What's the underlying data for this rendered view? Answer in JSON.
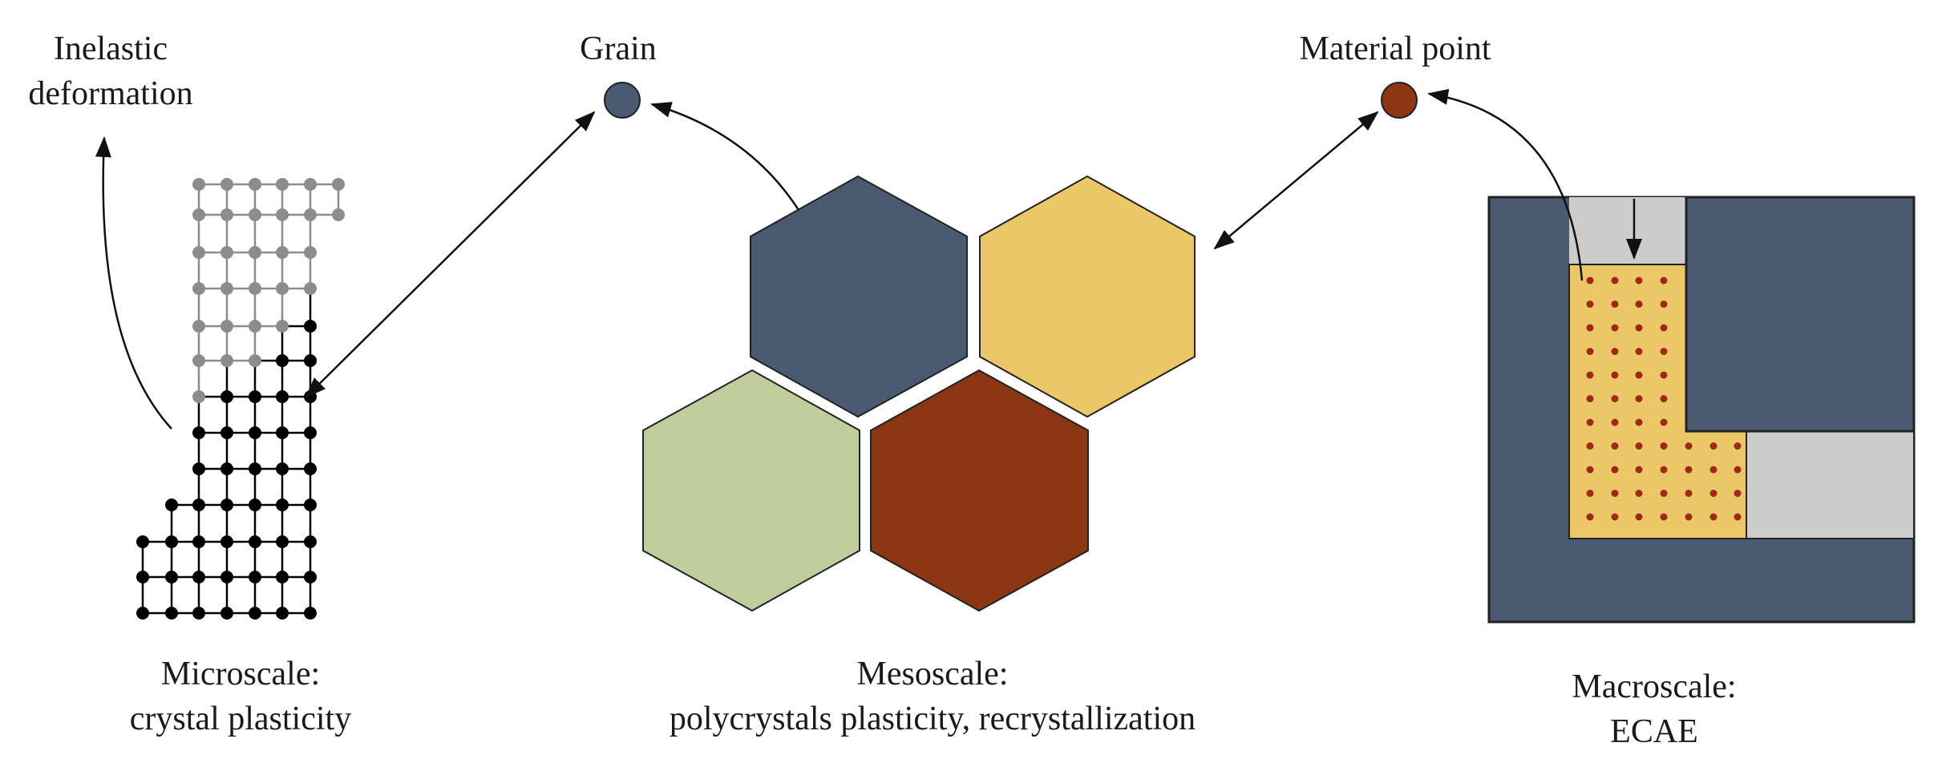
{
  "labels": {
    "inelastic_line1": "Inelastic",
    "inelastic_line2": "deformation",
    "grain": "Grain",
    "material_point": "Material point",
    "micro_line1": "Microscale:",
    "micro_line2": "crystal plasticity",
    "meso_line1": "Mesoscale:",
    "meso_line2": "polycrystals plasticity, recrystallization",
    "macro_line1": "Macroscale:",
    "macro_line2": "ECAE"
  },
  "colors": {
    "slate": "#4a5a70",
    "gold": "#ebc767",
    "sage": "#bfcd9d",
    "rust": "#8c3614",
    "light_gray": "#cccccc",
    "lattice_gray": "#8c8c8c",
    "lattice_black": "#000000",
    "dot_red": "#a02818",
    "stroke": "#222222"
  }
}
